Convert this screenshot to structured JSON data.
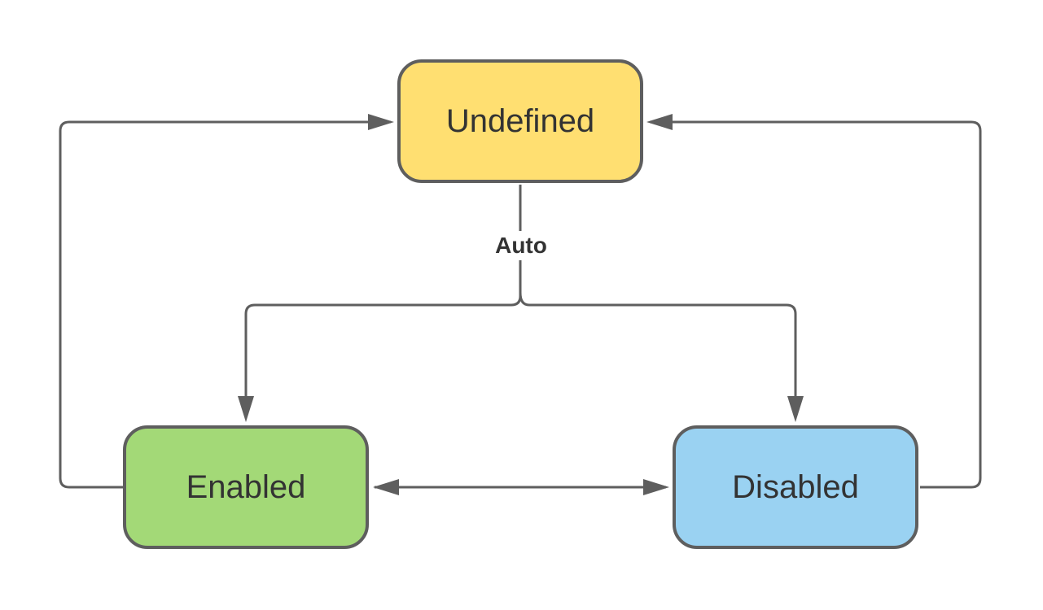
{
  "diagram": {
    "nodes": {
      "undefined": {
        "label": "Undefined",
        "fill": "#ffdf71"
      },
      "enabled": {
        "label": "Enabled",
        "fill": "#a3d977"
      },
      "disabled": {
        "label": "Disabled",
        "fill": "#9ad2f2"
      }
    },
    "edge_label": "Auto",
    "colors": {
      "stroke": "#5e5e5e",
      "text": "#333333",
      "background": "#ffffff"
    }
  }
}
